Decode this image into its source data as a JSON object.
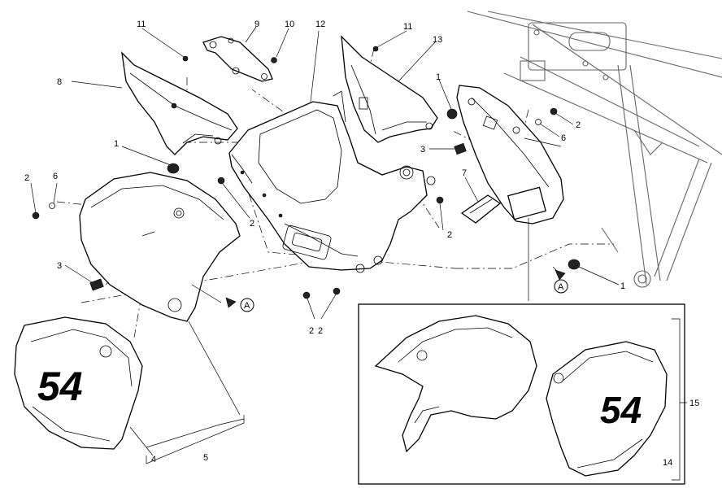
{
  "callouts": {
    "c1a": "1",
    "c1b": "1",
    "c1c": "1",
    "c2a": "2",
    "c2b": "2",
    "c2c": "2",
    "c2d": "2",
    "c2e": "2",
    "c2f": "2",
    "c3a": "3",
    "c3b": "3",
    "c4": "4",
    "c5": "5",
    "c6a": "6",
    "c6b": "6",
    "c7": "7",
    "c8": "8",
    "c9": "9",
    "c10": "10",
    "c11a": "11",
    "c11b": "11",
    "c12": "12",
    "c13": "13",
    "c14": "14",
    "c15": "15"
  },
  "markers": {
    "left": "A",
    "right": "A"
  },
  "number_plates": {
    "left": "54",
    "inset": "54"
  }
}
